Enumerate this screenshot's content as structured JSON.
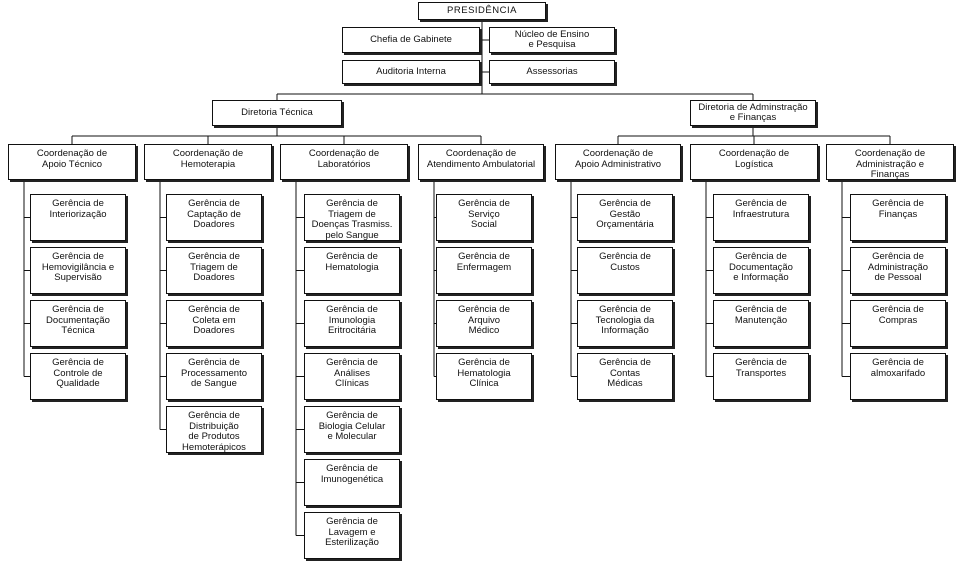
{
  "presidencia": "PRESIDÊNCIA",
  "staff": {
    "chefia": "Chefia de Gabinete",
    "nucleo": "Núcleo de Ensino\ne Pesquisa",
    "auditoria": "Auditoria Interna",
    "assessorias": "Assessorias"
  },
  "diretoria_tecnica": {
    "label": "Diretoria Técnica",
    "coordenacoes": [
      {
        "label": "Coordenação de\nApoio Técnico",
        "gerencias": [
          "Gerência de\nInteriorização",
          "Gerência de\nHemovigilância e\nSupervisão",
          "Gerência de\nDocumentação\nTécnica",
          "Gerência de\nControle de\nQualidade"
        ]
      },
      {
        "label": "Coordenação de\nHemoterapia",
        "gerencias": [
          "Gerência de\nCaptação de\nDoadores",
          "Gerência de\nTriagem de\nDoadores",
          "Gerência de\nColeta em\nDoadores",
          "Gerência de\nProcessamento\nde Sangue",
          "Gerência de\nDistribuição\nde Produtos\nHemoterápicos"
        ]
      },
      {
        "label": "Coordenação de\nLaboratórios",
        "gerencias": [
          "Gerência de\nTriagem de\nDoenças Trasmiss.\npelo Sangue",
          "Gerência de\nHematologia",
          "Gerência de\nImunologia\nEritrocitária",
          "Gerência de\nAnálises\nClínicas",
          "Gerência de\nBiologia Celular\ne Molecular",
          "Gerência de\nImunogenética",
          "Gerência de\nLavagem e\nEsterilização"
        ]
      },
      {
        "label": "Coordenação de\nAtendimento Ambulatorial",
        "gerencias": [
          "Gerência de\nServiço\nSocial",
          "Gerência de\nEnfermagem",
          "Gerência de\nArquivo\nMédico",
          "Gerência de\nHematologia\nClínica"
        ]
      }
    ]
  },
  "diretoria_admin": {
    "label": "Diretoria de Adminstração\ne Finanças",
    "coordenacoes": [
      {
        "label": "Coordenação de\nApoio Administrativo",
        "gerencias": [
          "Gerência de\nGestão\nOrçamentária",
          "Gerência de\nCustos",
          "Gerência de\nTecnologia da\nInformação",
          "Gerência de\nContas\nMédicas"
        ]
      },
      {
        "label": "Coordenação de\nLogística",
        "gerencias": [
          "Gerência de\nInfraestrutura",
          "Gerência de\nDocumentação\ne Informação",
          "Gerência de\nManutenção",
          "Gerência de\nTransportes"
        ]
      },
      {
        "label": "Coordenação de\nAdministração e\nFinanças",
        "gerencias": [
          "Gerência de\nFinanças",
          "Gerência de\nAdministração\nde Pessoal",
          "Gerência de\nCompras",
          "Gerência de\nalmoxarifado"
        ]
      }
    ]
  }
}
